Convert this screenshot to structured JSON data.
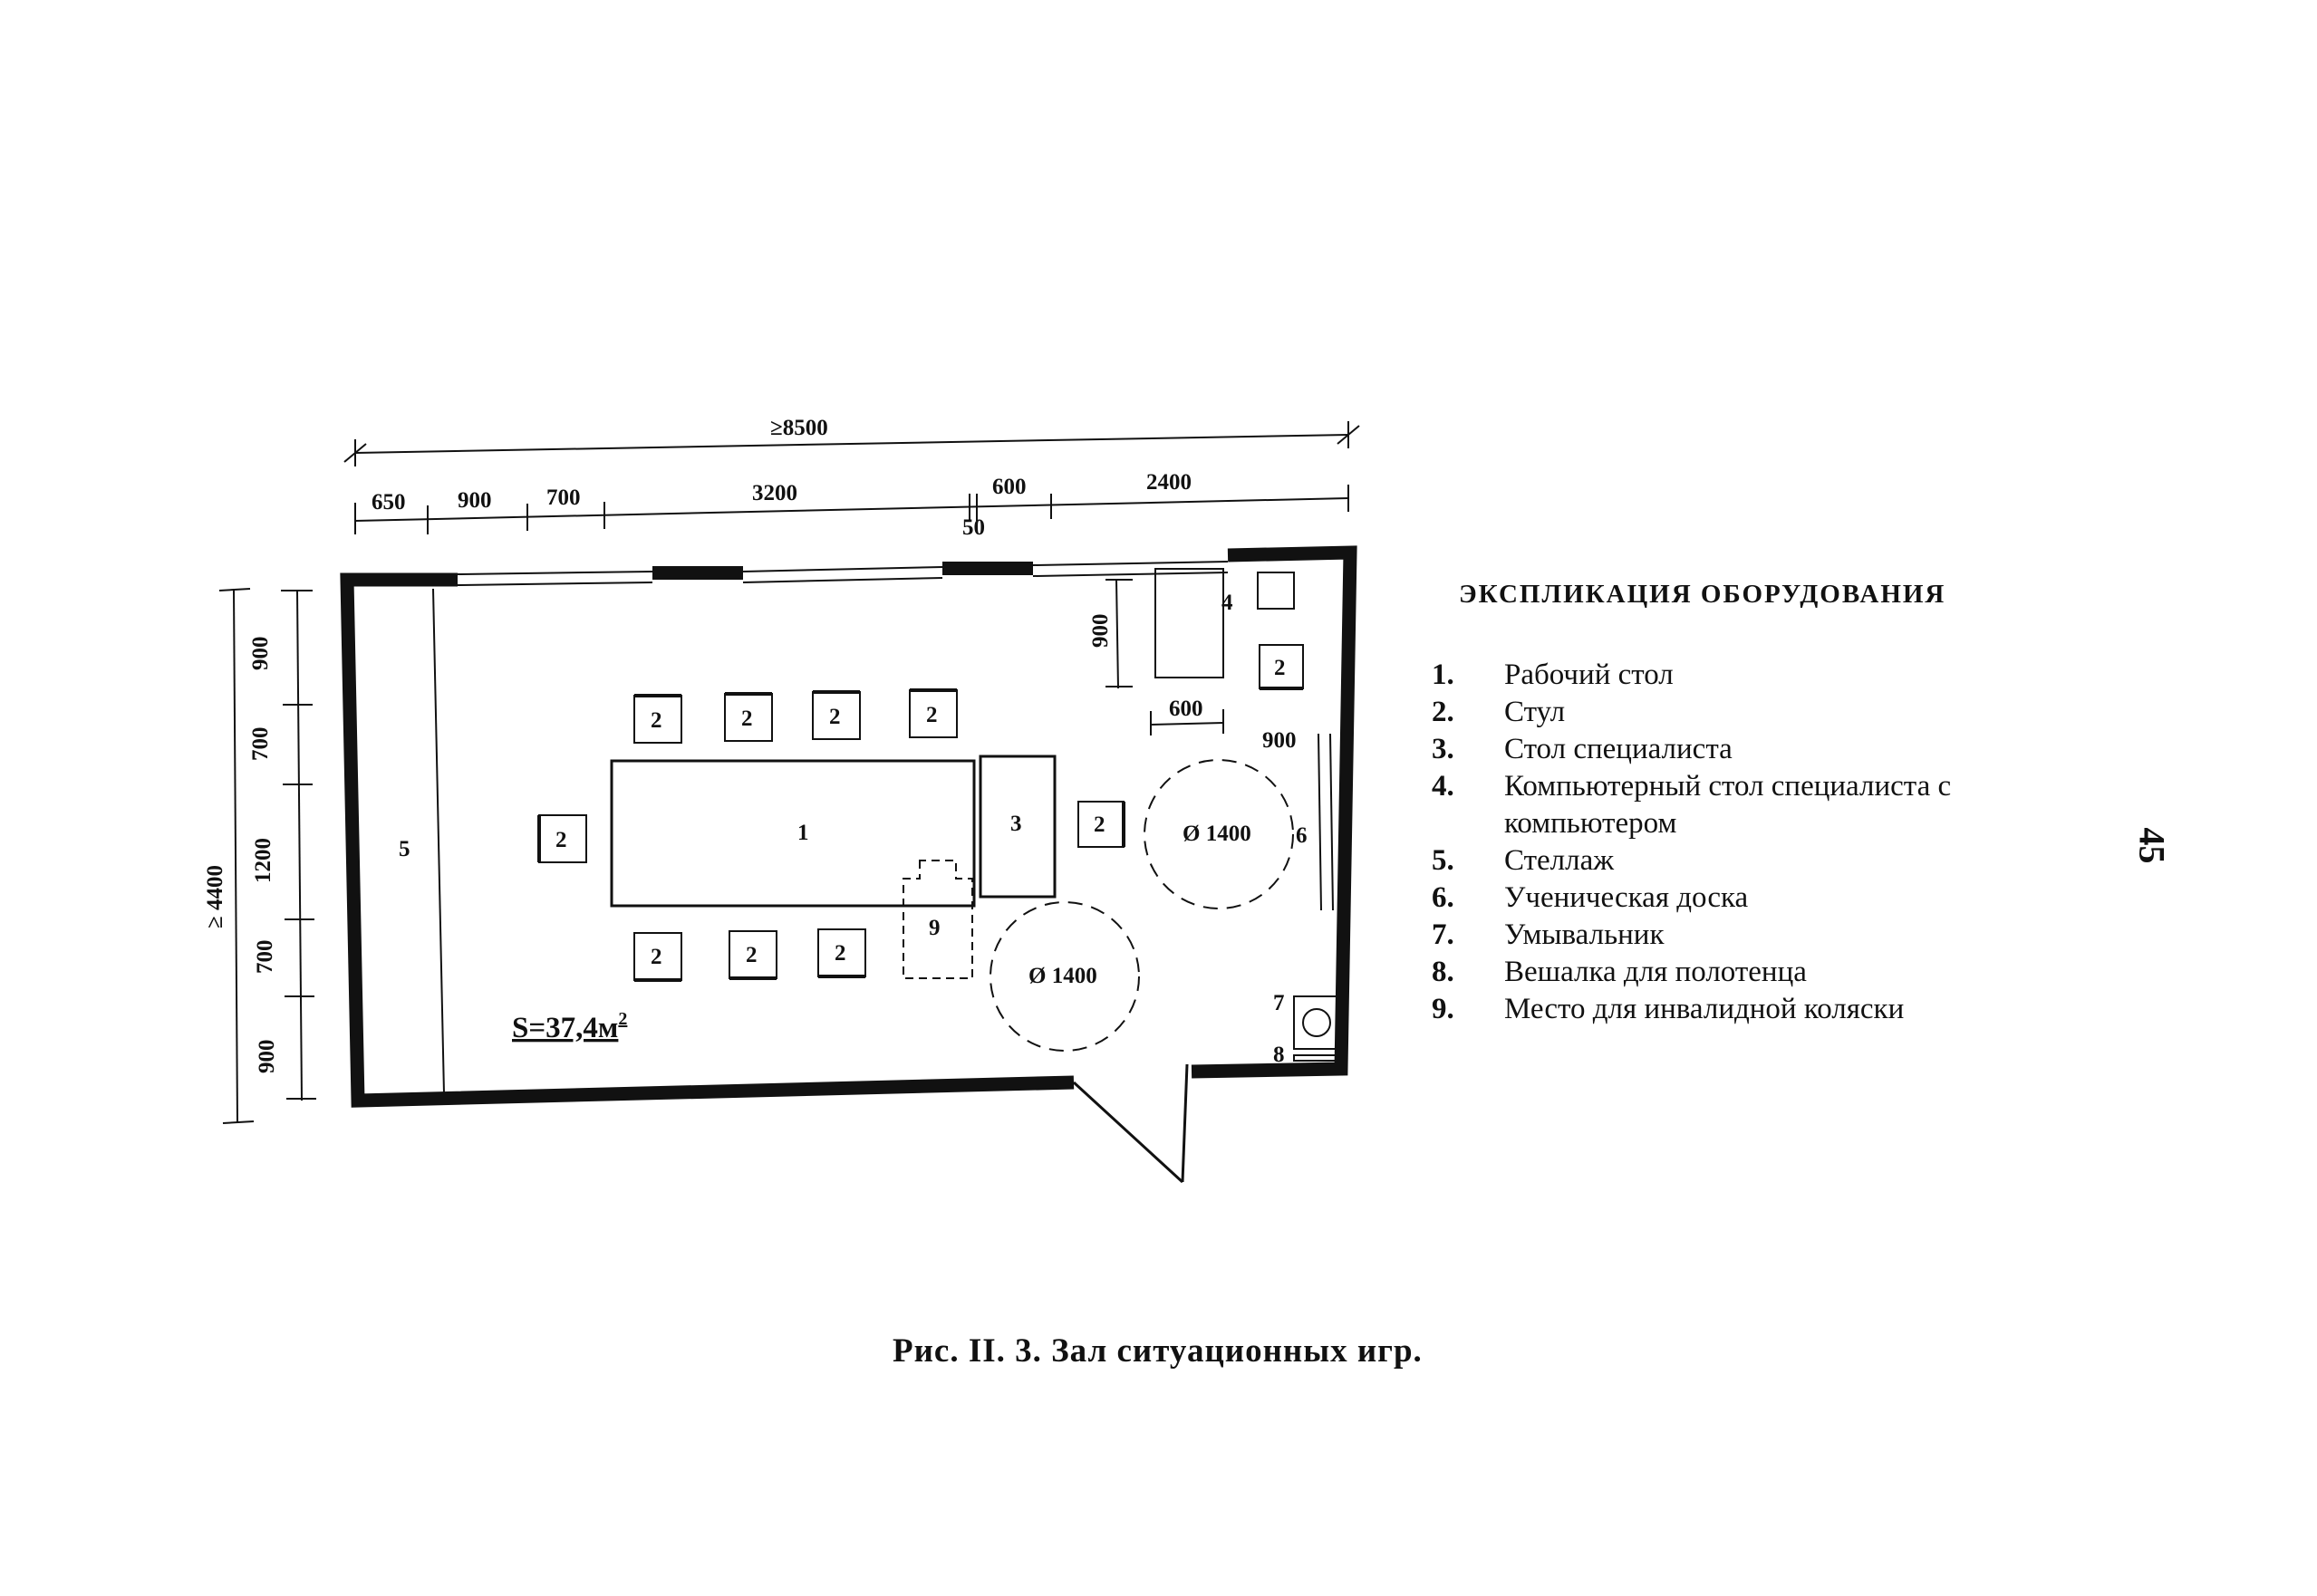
{
  "dims": {
    "overall_width": "≥8500",
    "segments": [
      "650",
      "900",
      "700",
      "3200",
      "600",
      "2400"
    ],
    "gap": "50",
    "overall_height": "≥ 4400",
    "height_segments": [
      "900",
      "700",
      "1200",
      "700",
      "900"
    ],
    "computer_depth": "900",
    "computer_width": "600",
    "board_offset": "900"
  },
  "labels": {
    "work_table": "1",
    "chair": "2",
    "specialist_table": "3",
    "computer_table": "4",
    "shelving": "5",
    "blackboard": "6",
    "washbasin": "7",
    "towel_rack": "8",
    "wheelchair": "9",
    "circle_diameter": "Ø 1400",
    "area_main": "S=37,4м",
    "area_sup": "2"
  },
  "legend": {
    "title": "ЭКСПЛИКАЦИЯ ОБОРУДОВАНИЯ",
    "items": [
      {
        "no": "1.",
        "text": "Рабочий стол"
      },
      {
        "no": "2.",
        "text": "Стул"
      },
      {
        "no": "3.",
        "text": "Стол специалиста"
      },
      {
        "no": "4.",
        "text": "Компьютерный стол специалиста с компьютером"
      },
      {
        "no": "5.",
        "text": "Стеллаж"
      },
      {
        "no": "6.",
        "text": "Ученическая доска"
      },
      {
        "no": "7.",
        "text": "Умывальник"
      },
      {
        "no": "8.",
        "text": "Вешалка для полотенца"
      },
      {
        "no": "9.",
        "text": "Место для инвалидной коляски"
      }
    ]
  },
  "caption": "Рис. II. 3.  Зал ситуационных игр.",
  "page_number": "45"
}
